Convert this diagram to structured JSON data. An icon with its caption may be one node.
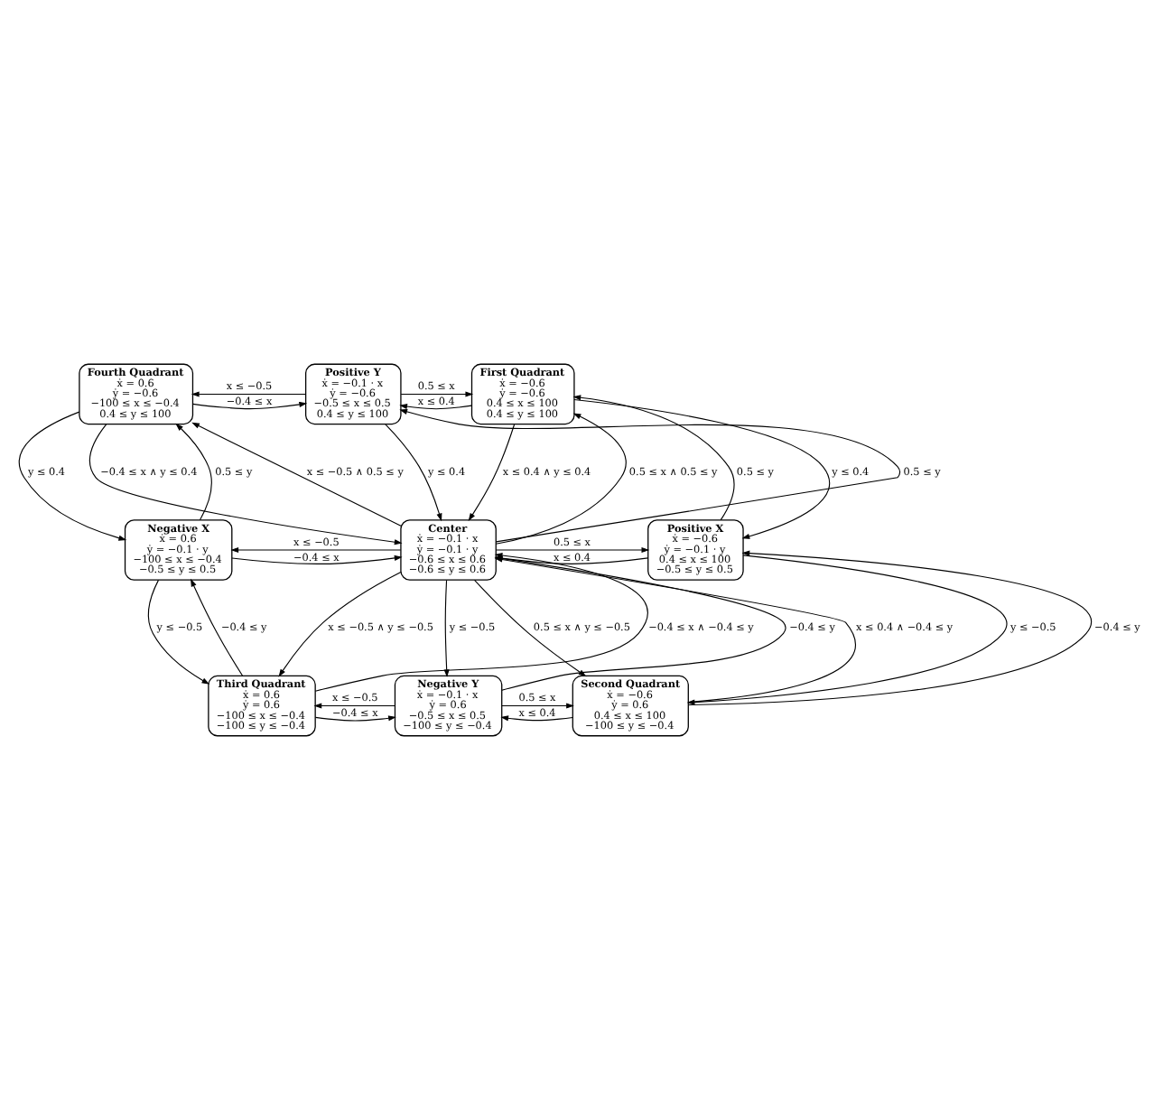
{
  "diagram": {
    "nodes": [
      {
        "text": [
          "Fourth Quadrant",
          "ẋ = 0.6",
          "ẏ = −0.6",
          "−100 ≤ x ≤ −0.4",
          "0.4 ≤ y ≤ 100"
        ]
      },
      {
        "text": [
          "Positive Y",
          "ẋ = −0.1 · x",
          "ẏ = −0.6",
          "−0.5 ≤ x ≤ 0.5",
          "0.4 ≤ y ≤ 100"
        ]
      },
      {
        "text": [
          "First Quadrant",
          "ẋ = −0.6",
          "ẏ = −0.6",
          "0.4 ≤ x ≤ 100",
          "0.4 ≤ y ≤ 100"
        ]
      },
      {
        "text": [
          "Negative X",
          "ẋ = 0.6",
          "ẏ = −0.1 · y",
          "−100 ≤ x ≤ −0.4",
          "−0.5 ≤ y ≤ 0.5"
        ]
      },
      {
        "text": [
          "Center",
          "ẋ = −0.1 · x",
          "ẏ = −0.1 · y",
          "−0.6 ≤ x ≤ 0.6",
          "−0.6 ≤ y ≤ 0.6"
        ]
      },
      {
        "text": [
          "Positive X",
          "ẋ = −0.6",
          "ẏ = −0.1 · y",
          "0.4 ≤ x ≤ 100",
          "−0.5 ≤ y ≤ 0.5"
        ]
      },
      {
        "text": [
          "Third Quadrant",
          "ẋ = 0.6",
          "ẏ = 0.6",
          "−100 ≤ x ≤ −0.4",
          "−100 ≤ y ≤ −0.4"
        ]
      },
      {
        "text": [
          "Negative Y",
          "ẋ = −0.1 · x",
          "ẏ = 0.6",
          "−0.5 ≤ x ≤ 0.5",
          "−100 ≤ y ≤ −0.4"
        ]
      },
      {
        "text": [
          "Second Quadrant",
          "ẋ = −0.6",
          "ẏ = 0.6",
          "0.4 ≤ x ≤ 100",
          "−100 ≤ y ≤ −0.4"
        ]
      }
    ],
    "edges": [
      {
        "from": 1,
        "to": 0,
        "arrow": "to",
        "label": "x ≤ −0.5"
      },
      {
        "from": 0,
        "to": 1,
        "arrow": "to",
        "label": "−0.4 ≤ x"
      },
      {
        "from": 1,
        "to": 2,
        "arrow": "to",
        "label": "0.5 ≤ x"
      },
      {
        "from": 2,
        "to": 1,
        "arrow": "to",
        "label": "x ≤ 0.4"
      },
      {
        "from": 0,
        "to": 3,
        "arrow": "to",
        "label": "y ≤ 0.4"
      },
      {
        "from": 3,
        "to": 0,
        "arrow": "to",
        "label": "0.5 ≤ y"
      },
      {
        "from": 0,
        "to": 4,
        "arrow": "to",
        "label": "−0.4 ≤ x ∧ y ≤ 0.4"
      },
      {
        "from": 4,
        "to": 0,
        "arrow": "to",
        "label": "x ≤ −0.5 ∧ 0.5 ≤ y"
      },
      {
        "from": 1,
        "to": 4,
        "arrow": "to",
        "label": "y ≤ 0.4"
      },
      {
        "from": 4,
        "to": 1,
        "arrow": "to",
        "label": "0.5 ≤ y"
      },
      {
        "from": 4,
        "to": 2,
        "arrow": "to",
        "label": "0.5 ≤ x ∧ 0.5 ≤ y"
      },
      {
        "from": 2,
        "to": 4,
        "arrow": "to",
        "label": "x ≤ 0.4 ∧ y ≤ 0.4"
      },
      {
        "from": 2,
        "to": 5,
        "arrow": "to",
        "label": "y ≤ 0.4"
      },
      {
        "from": 5,
        "to": 2,
        "arrow": "to",
        "label": "0.5 ≤ y"
      },
      {
        "from": 4,
        "to": 3,
        "arrow": "to",
        "label": "x ≤ −0.5"
      },
      {
        "from": 3,
        "to": 4,
        "arrow": "to",
        "label": "−0.4 ≤ x"
      },
      {
        "from": 4,
        "to": 5,
        "arrow": "to",
        "label": "0.5 ≤ x"
      },
      {
        "from": 5,
        "to": 4,
        "arrow": "to",
        "label": "x ≤ 0.4"
      },
      {
        "from": 6,
        "to": 3,
        "arrow": "to",
        "label": "−0.4 ≤ y"
      },
      {
        "from": 3,
        "to": 6,
        "arrow": "to",
        "label": "y ≤ −0.5"
      },
      {
        "from": 4,
        "to": 6,
        "arrow": "to",
        "label": "x ≤ −0.5 ∧ y ≤ −0.5"
      },
      {
        "from": 6,
        "to": 4,
        "arrow": "to",
        "label": "−0.4 ≤ x ∧ −0.4 ≤ y"
      },
      {
        "from": 7,
        "to": 4,
        "arrow": "to",
        "label": "−0.4 ≤ y"
      },
      {
        "from": 4,
        "to": 7,
        "arrow": "to",
        "label": "y ≤ −0.5"
      },
      {
        "from": 8,
        "to": 4,
        "arrow": "to",
        "label": "x ≤ 0.4 ∧ −0.4 ≤ y"
      },
      {
        "from": 4,
        "to": 8,
        "arrow": "to",
        "label": "0.5 ≤ x ∧ y ≤ −0.5"
      },
      {
        "from": 8,
        "to": 5,
        "arrow": "to",
        "label": "−0.4 ≤ y"
      },
      {
        "from": 5,
        "to": 8,
        "arrow": "to",
        "label": "y ≤ −0.5"
      },
      {
        "from": 7,
        "to": 6,
        "arrow": "to",
        "label": "x ≤ −0.5"
      },
      {
        "from": 6,
        "to": 7,
        "arrow": "to",
        "label": "−0.4 ≤ x"
      },
      {
        "from": 7,
        "to": 8,
        "arrow": "to",
        "label": "0.5 ≤ x"
      },
      {
        "from": 8,
        "to": 7,
        "arrow": "to",
        "label": "x ≤ 0.4"
      }
    ]
  }
}
